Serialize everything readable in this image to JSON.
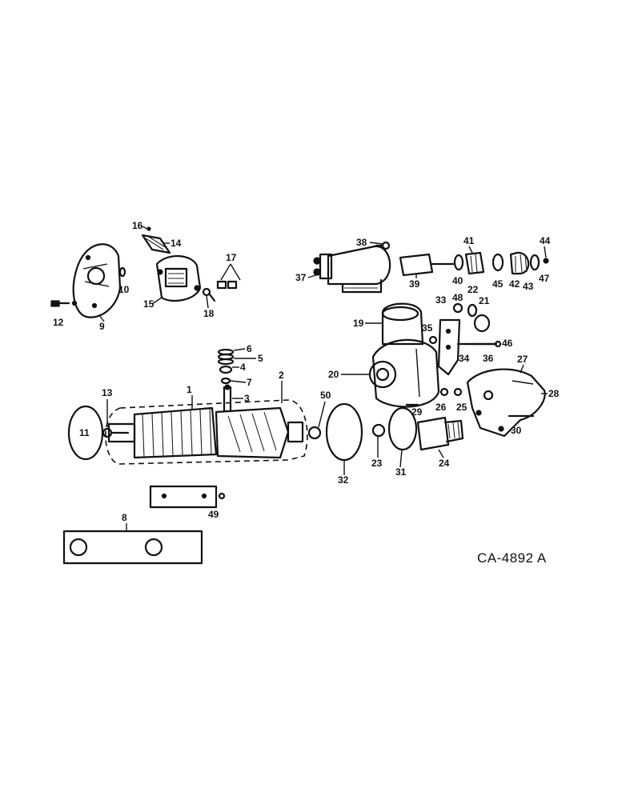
{
  "diagram": {
    "drawing_code": "CA-4892 A",
    "callouts": [
      "1",
      "2",
      "3",
      "4",
      "5",
      "6",
      "7",
      "8",
      "9",
      "10",
      "11",
      "12",
      "13",
      "14",
      "15",
      "16",
      "17",
      "18",
      "19",
      "20",
      "21",
      "22",
      "23",
      "24",
      "25",
      "26",
      "27",
      "28",
      "29",
      "30",
      "31",
      "32",
      "33",
      "34",
      "35",
      "36",
      "37",
      "38",
      "39",
      "40",
      "41",
      "42",
      "43",
      "44",
      "45",
      "46",
      "47",
      "48",
      "49",
      "50"
    ]
  }
}
